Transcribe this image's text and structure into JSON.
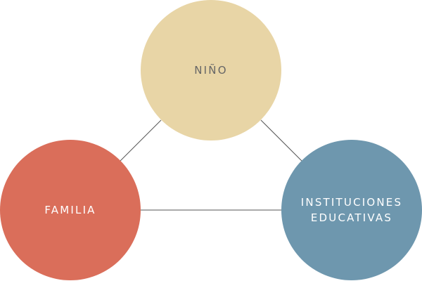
{
  "nodes": {
    "nino": {
      "label": "NIÑO",
      "fill": "#e8d5a6",
      "text_color": "#666666"
    },
    "familia": {
      "label": "FAMILIA",
      "fill": "#da6e5a",
      "text_color": "#ffffff"
    },
    "instituciones": {
      "label": "INSTITUCIONES\nEDUCATIVAS",
      "fill": "#6e97ae",
      "text_color": "#ffffff"
    }
  },
  "connector_color": "#555555"
}
